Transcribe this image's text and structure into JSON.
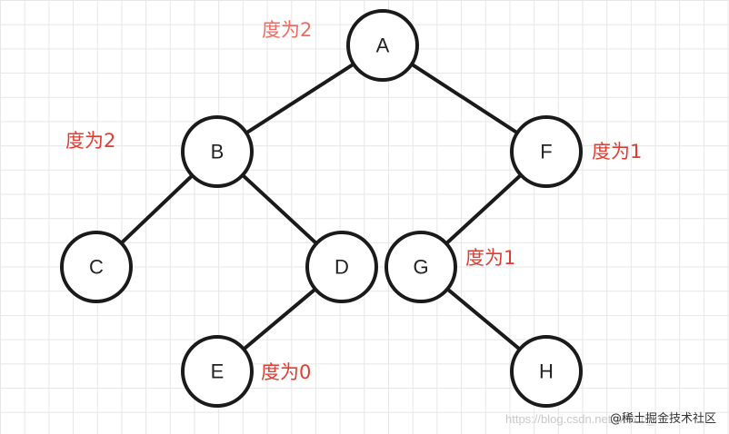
{
  "colors": {
    "degree_label": "#e03c31",
    "top_degree_label": "#f06a62",
    "node_stroke": "#1a1a1a",
    "grid": "#e6e6e6"
  },
  "nodes": [
    {
      "id": "A",
      "label": "A"
    },
    {
      "id": "B",
      "label": "B"
    },
    {
      "id": "F",
      "label": "F"
    },
    {
      "id": "C",
      "label": "C"
    },
    {
      "id": "D",
      "label": "D"
    },
    {
      "id": "G",
      "label": "G"
    },
    {
      "id": "E",
      "label": "E"
    },
    {
      "id": "H",
      "label": "H"
    }
  ],
  "edges": [
    {
      "from": "A",
      "to": "B"
    },
    {
      "from": "A",
      "to": "F"
    },
    {
      "from": "B",
      "to": "C"
    },
    {
      "from": "B",
      "to": "D"
    },
    {
      "from": "D",
      "to": "E"
    },
    {
      "from": "F",
      "to": "G"
    },
    {
      "from": "G",
      "to": "H"
    }
  ],
  "degree_labels": {
    "A": "度为2",
    "B": "度为2",
    "F": "度为1",
    "G": "度为1",
    "E": "度为0"
  },
  "watermark": {
    "url_text": "https://blog.csdn.net/weixin_",
    "brand_text": "@稀土掘金技术社区"
  }
}
